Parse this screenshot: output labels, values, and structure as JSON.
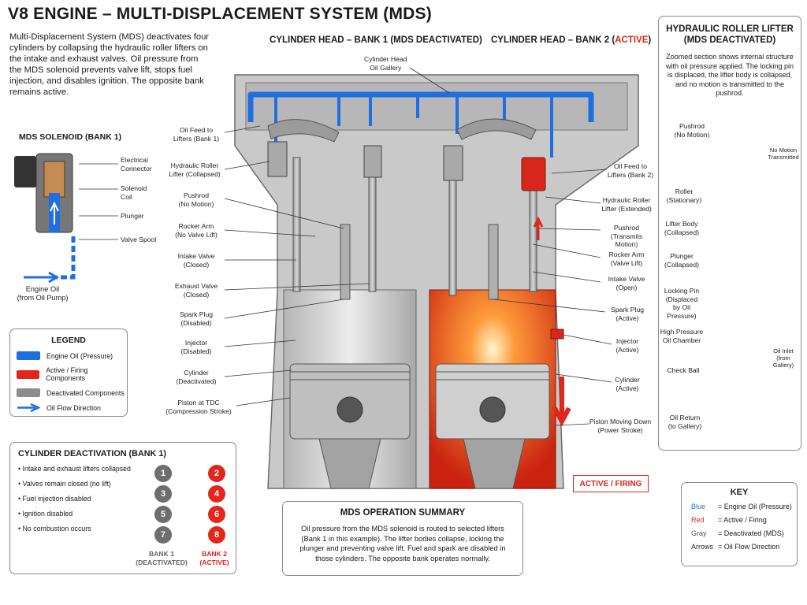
{
  "title": "V8 ENGINE – MULTI-DISPLACEMENT SYSTEM (MDS)",
  "intro": "Multi-Displacement System (MDS) deactivates four cylinders by collapsing the hydraulic roller lifters on the intake and exhaust valves. Oil pressure from the MDS solenoid prevents valve lift, stops fuel injection, and disables ignition. The opposite bank remains active.",
  "bank1_header": "CYLINDER HEAD – BANK 1 (MDS DEACTIVATED)",
  "bank2_header_prefix": "CYLINDER HEAD – BANK 2 (",
  "bank2_header_active": "ACTIVE",
  "bank2_header_suffix": ")",
  "gallery_label": "Cylinder Head\nOil Gallery",
  "solenoid": {
    "title": "MDS SOLENOID (BANK 1)",
    "labels": [
      "Electrical Connector",
      "Solenoid Coil",
      "Plunger",
      "Valve Spool"
    ],
    "oil_label": "Engine Oil\n(from Oil Pump)"
  },
  "bank1_labels": [
    "Oil Feed to\nLifters (Bank 1)",
    "Hydraulic Roller\nLifter (Collapsed)",
    "Pushrod\n(No Motion)",
    "Rocker Arm\n(No Valve Lift)",
    "Intake Valve\n(Closed)",
    "Exhaust Valve\n(Closed)",
    "Spark Plug\n(Disabled)",
    "Injector\n(Disabled)",
    "Cylinder\n(Deactivated)",
    "Piston at TDC\n(Compression Stroke)"
  ],
  "bank2_labels": [
    "Oil Feed to\nLifters (Bank 2)",
    "Hydraulic Roller\nLifter (Extended)",
    "Pushrod\n(Transmits Motion)",
    "Rocker Arm\n(Valve Lift)",
    "Intake Valve\n(Open)",
    "Spark Plug\n(Active)",
    "Injector\n(Active)",
    "Cylinder\n(Active)",
    "Piston Moving Down\n(Power Stroke)"
  ],
  "active_badge": "ACTIVE / FIRING",
  "legend": {
    "title": "LEGEND",
    "items": [
      {
        "label": "Engine Oil (Pressure)",
        "color": "#1f6fe0"
      },
      {
        "label": "Active / Firing Components",
        "color": "#e3261c"
      },
      {
        "label": "Deactivated Components",
        "color": "#8c8c8c"
      },
      {
        "label": "Oil Flow Direction",
        "color": "#1f6fe0"
      }
    ]
  },
  "deactivation": {
    "title": "CYLINDER DEACTIVATION (BANK 1)",
    "items": [
      "Intake and exhaust lifters collapsed",
      "Valves remain closed (no lift)",
      "Fuel injection disabled",
      "Ignition disabled",
      "No combustion occurs"
    ],
    "bank1_cyls": [
      "1",
      "3",
      "5",
      "7"
    ],
    "bank2_cyls": [
      "2",
      "4",
      "6",
      "8"
    ],
    "bank1_label": "BANK 1\n(DEACTIVATED)",
    "bank2_label": "BANK 2\n(ACTIVE)"
  },
  "summary": {
    "title": "MDS OPERATION SUMMARY",
    "body": "Oil pressure from the MDS solenoid is routed to selected lifters (Bank 1 in this example). The lifter bodies collapse, locking the plunger and preventing valve lift. Fuel and spark are disabled in those cylinders. The opposite bank operates normally."
  },
  "lifter_panel": {
    "title": "HYDRAULIC ROLLER LIFTER\n(MDS DEACTIVATED)",
    "body": "Zoomed section shows internal structure with oil pressure applied. The locking pin is displaced, the lifter body is collapsed, and no motion is transmitted to the pushrod.",
    "labels": [
      "Pushrod\n(No Motion)",
      "No Motion\nTransmitted",
      "Roller\n(Stationary)",
      "Lifter Body\n(Collapsed)",
      "Plunger\n(Collapsed)",
      "Locking Pin\n(Displaced\nby Oil Pressure)",
      "High Pressure\nOil Chamber",
      "Oil Inlet\n(from Gallery)",
      "Check Ball",
      "Oil Return\n(to Gallery)"
    ]
  },
  "key": {
    "title": "KEY",
    "rows": [
      {
        "k": "Blue",
        "v": "= Engine Oil (Pressure)",
        "color": "#1d6fd8"
      },
      {
        "k": "Red",
        "v": "= Active / Firing",
        "color": "#d8261b"
      },
      {
        "k": "Gray",
        "v": "= Deactivated (MDS)",
        "color": "#555555"
      },
      {
        "k": "Arrows",
        "v": "= Oil Flow Direction",
        "color": "#222222"
      }
    ]
  }
}
